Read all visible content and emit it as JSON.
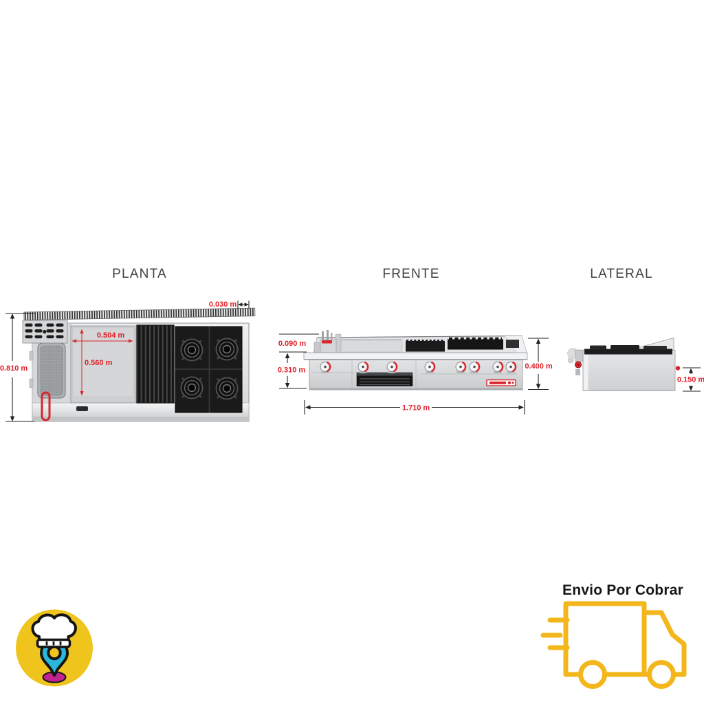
{
  "page": {
    "background": "#ffffff"
  },
  "views": {
    "planta": {
      "title": "PLANTA",
      "dims": {
        "overhang": "0.030 m",
        "griddle_width": "0.504 m",
        "griddle_depth": "0.560 m",
        "total_depth": "0.810 m"
      }
    },
    "frente": {
      "title": "FRENTE",
      "dims": {
        "backsplash_height": "0.090 m",
        "body_height": "0.310 m",
        "total_height": "0.400 m",
        "total_width": "1.710 m"
      }
    },
    "lateral": {
      "title": "LATERAL",
      "dims": {
        "base_height": "0.150 m"
      }
    }
  },
  "footer": {
    "shipping_label": "Envio Por Cobrar",
    "logo_icon": "chef-hat-location-pin-icon",
    "truck_icon": "delivery-truck-icon"
  },
  "colors": {
    "dimension_text": "#E01E25",
    "accent_red": "#D8262C",
    "truck_yellow": "#F3B71B",
    "logo_yellow": "#EFC41D",
    "pin_cyan": "#2BB7DC",
    "pin_base_magenta": "#C12390",
    "title_gray": "#414143"
  }
}
